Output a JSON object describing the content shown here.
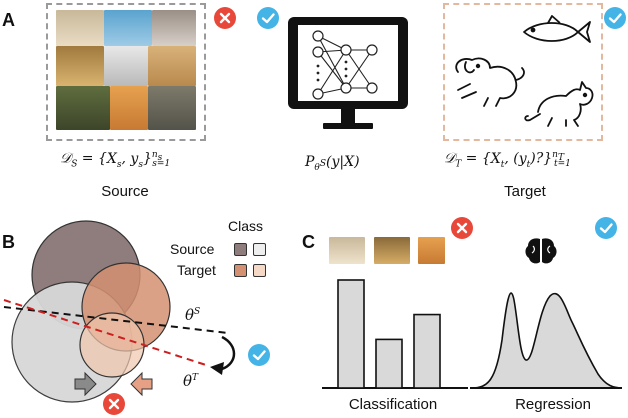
{
  "panels": {
    "a": {
      "letter": "A"
    },
    "b": {
      "letter": "B"
    },
    "c": {
      "letter": "C"
    }
  },
  "panel_a": {
    "source_formula": "𝒟_S = {X_s, y_s}_{s=1}^{n_s}",
    "source_caption": "Source",
    "model_formula": "P_{θ^S}(y|X)",
    "target_formula": "𝒟_T = {X_t, (y_t)?}_{t=1}^{n_T}",
    "target_caption": "Target",
    "source_photo_grid": [
      [
        "puppy",
        "shark",
        "cat"
      ],
      [
        "fish",
        "white-dog",
        "dog"
      ],
      [
        "person-fish",
        "orange-cat",
        "tabby-cat"
      ]
    ]
  },
  "panel_b": {
    "legend_title": "Class",
    "legend_rows": [
      "Source",
      "Target"
    ],
    "theta_s": "θ^S",
    "theta_t": "θ^T"
  },
  "panel_c": {
    "xlabel_left": "Classification",
    "xlabel_right": "Regression",
    "bar_values": [
      1.0,
      0.45,
      0.68
    ]
  },
  "colors": {
    "check": "#44b3e6",
    "cross": "#e8483a",
    "source_circle": "#8f7c7c",
    "target_circle": "#d9a084",
    "dashed_frame_source": "#9a9a9a",
    "dashed_frame_target": "#e4b89e"
  }
}
